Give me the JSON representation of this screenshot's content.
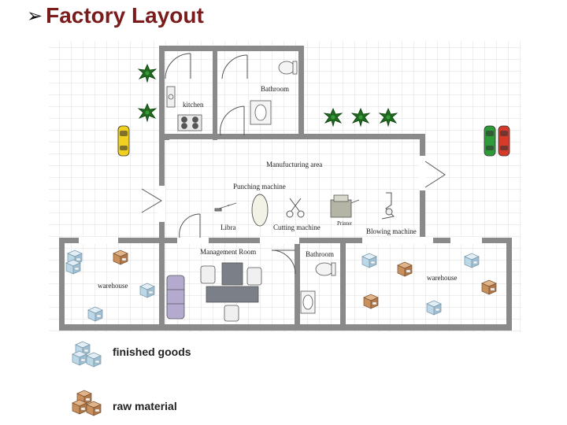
{
  "page": {
    "title": "Factory Layout",
    "title_icon": "arrow-bullet-icon"
  },
  "rooms": {
    "kitchen": "kitchen",
    "bathroom_top": "Bathroom",
    "manufacturing": "Manufucturing area",
    "punching": "Punching machine",
    "libra": "Libra",
    "cutting": "Cutting machine",
    "printer": "Printer",
    "blowing": "Blowing machine",
    "management": "Management Room",
    "bathroom_bottom": "Bathroom",
    "warehouse_left": "warehouse",
    "warehouse_right": "warehouse"
  },
  "legend": {
    "finished": "finished goods",
    "raw": "raw material"
  },
  "colors": {
    "wall": "#8a8a8a",
    "grid": "#dcdcdc",
    "title": "#7a1c1c",
    "finished_box": "#bcd7e6",
    "raw_box": "#c8905c",
    "plant": "#1e6b1e",
    "car_yellow": "#f0d020",
    "car_green": "#2e9a3a",
    "car_red": "#d63a2a",
    "sofa": "#b4aad0",
    "table": "#7a7f88"
  }
}
